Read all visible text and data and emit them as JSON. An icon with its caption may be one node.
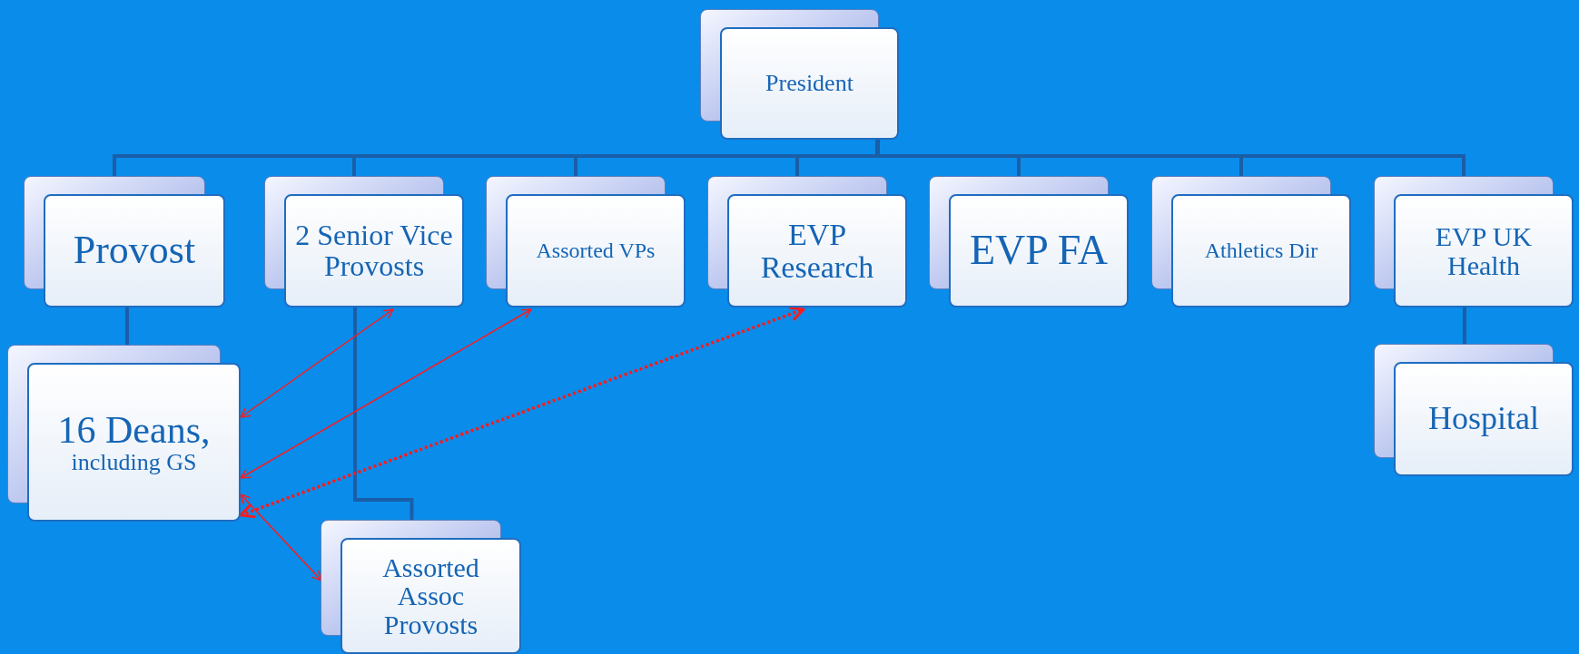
{
  "diagram": {
    "nodes": [
      {
        "text": [
          "President"
        ]
      },
      {
        "text": [
          "Provost"
        ]
      },
      {
        "text": [
          "2 Senior Vice Provosts"
        ]
      },
      {
        "text": [
          "Assorted VPs"
        ]
      },
      {
        "text": [
          "EVP Research"
        ]
      },
      {
        "text": [
          "EVP FA"
        ]
      },
      {
        "text": [
          "Athletics Dir"
        ]
      },
      {
        "text": [
          "EVP UK Health"
        ]
      },
      {
        "text": [
          "16 Deans,",
          "including GS"
        ]
      },
      {
        "text": [
          "Assorted Assoc Provosts"
        ]
      },
      {
        "text": [
          "Hospital"
        ]
      }
    ],
    "edges": [
      {
        "from": 0,
        "to": 1,
        "arrow": "none"
      },
      {
        "from": 0,
        "to": 2,
        "arrow": "none"
      },
      {
        "from": 0,
        "to": 3,
        "arrow": "none"
      },
      {
        "from": 0,
        "to": 4,
        "arrow": "none"
      },
      {
        "from": 0,
        "to": 5,
        "arrow": "none"
      },
      {
        "from": 0,
        "to": 6,
        "arrow": "none"
      },
      {
        "from": 0,
        "to": 7,
        "arrow": "none"
      },
      {
        "from": 1,
        "to": 8,
        "arrow": "none"
      },
      {
        "from": 2,
        "to": 9,
        "arrow": "none"
      },
      {
        "from": 7,
        "to": 10,
        "arrow": "none"
      },
      {
        "from": 8,
        "to": 2,
        "arrow": "both",
        "color": "#ff1a1a"
      },
      {
        "from": 8,
        "to": 3,
        "arrow": "both",
        "color": "#ff1a1a"
      },
      {
        "from": 8,
        "to": 4,
        "arrow": "both",
        "style": "dashed",
        "color": "#ff1a1a"
      },
      {
        "from": 8,
        "to": 9,
        "arrow": "both",
        "color": "#ff1a1a"
      }
    ]
  }
}
